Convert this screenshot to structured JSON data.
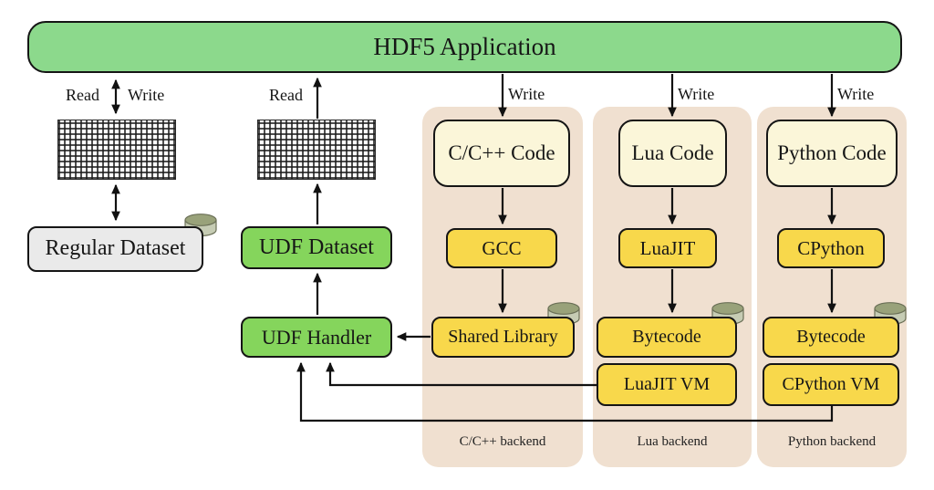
{
  "banner": {
    "title": "HDF5 Application"
  },
  "labels": {
    "read": "Read",
    "write": "Write"
  },
  "datasets": {
    "regular": {
      "label": "Regular Dataset"
    },
    "udf": {
      "label": "UDF Dataset"
    },
    "handler": {
      "label": "UDF Handler"
    }
  },
  "backends": [
    {
      "source": "C/C++ Code",
      "tool": "GCC",
      "artifact": "Shared Library",
      "caption": "C/C++ backend"
    },
    {
      "source": "Lua Code",
      "tool": "LuaJIT",
      "artifact": "Bytecode",
      "vm": "LuaJIT VM",
      "caption": "Lua backend"
    },
    {
      "source": "Python Code",
      "tool": "CPython",
      "artifact": "Bytecode",
      "vm": "CPython VM",
      "caption": "Python backend"
    }
  ],
  "colors": {
    "banner_green": "#8CD98C",
    "udf_green": "#85D55C",
    "box_yellow": "#F8D84B",
    "box_cream": "#FBF6D9",
    "panel_tan": "#F0E0D0",
    "box_gray": "#EAEAEA",
    "cylinder_top": "#99A27A",
    "cylinder_body": "#C6CCB4",
    "line_black": "#111111"
  }
}
